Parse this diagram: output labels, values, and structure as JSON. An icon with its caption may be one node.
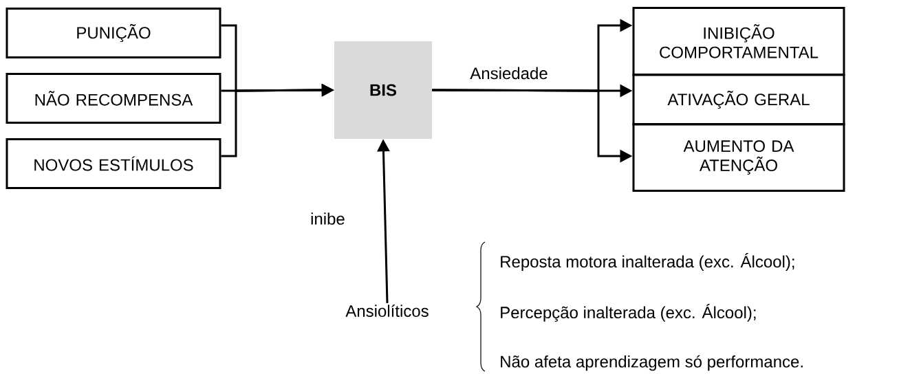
{
  "diagram": {
    "nodes": [
      {
        "text": [
          "PUNIÇÃO"
        ]
      },
      {
        "text": [
          "NÃO RECOMPENSA"
        ]
      },
      {
        "text": [
          "NOVOS ESTÍMULOS"
        ]
      },
      {
        "text": [
          "BIS"
        ]
      },
      {
        "text": [
          "INIBIÇÃO COMPORTAMENTAL"
        ]
      },
      {
        "text": [
          "ATIVAÇÃO GERAL"
        ]
      },
      {
        "text": [
          "AUMENTO DA ATENÇÃO"
        ]
      },
      {
        "text": [
          "Ansiolíticos"
        ]
      }
    ],
    "edges": [
      {
        "from": 0,
        "to": 3,
        "arrow": "to"
      },
      {
        "from": 1,
        "to": 3,
        "arrow": "to"
      },
      {
        "from": 2,
        "to": 3,
        "arrow": "to"
      },
      {
        "from": 3,
        "to": 4,
        "arrow": "to"
      },
      {
        "from": 3,
        "to": 5,
        "arrow": "to",
        "label": "Ansiedade"
      },
      {
        "from": 3,
        "to": 6,
        "arrow": "to"
      },
      {
        "from": 7,
        "to": 3,
        "arrow": "to",
        "label": "inibe"
      }
    ],
    "labels": [
      "Reposta motora inalterada (exc. Álcool);",
      "Percepção inalterada (exc. Álcool);",
      "Não afeta aprendizagem só performance."
    ]
  }
}
